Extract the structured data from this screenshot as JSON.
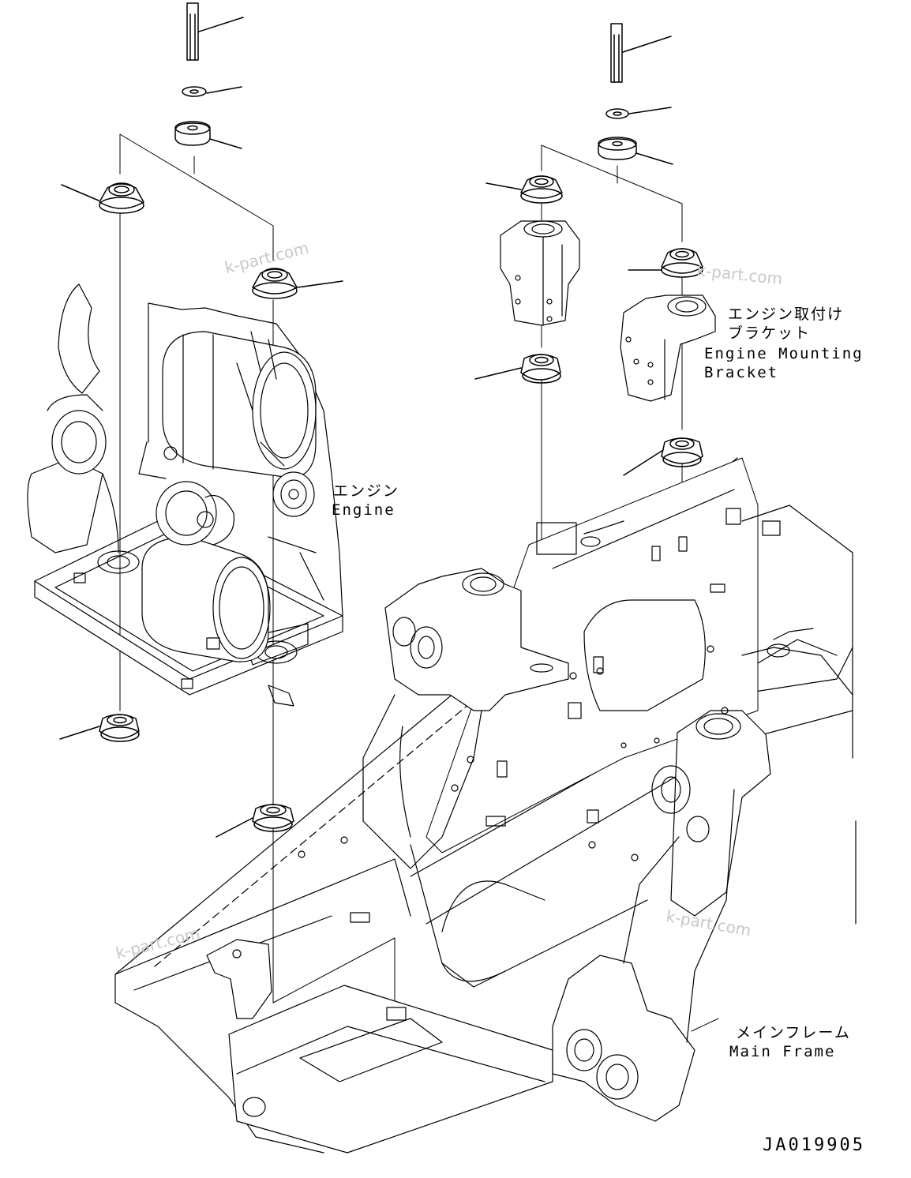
{
  "labels": {
    "engine_jp": "エンジン",
    "engine_en": "Engine",
    "bracket_jp_line1": "エンジン取付け",
    "bracket_jp_line2": "ブラケット",
    "bracket_en_line1": "Engine Mounting",
    "bracket_en_line2": "Bracket",
    "frame_jp": "メインフレーム",
    "frame_en": "Main Frame"
  },
  "watermark": "k-part.com",
  "drawing_code": "JA019905",
  "colors": {
    "line": "#000000",
    "watermark": "#c8c8c8",
    "background": "#ffffff"
  }
}
